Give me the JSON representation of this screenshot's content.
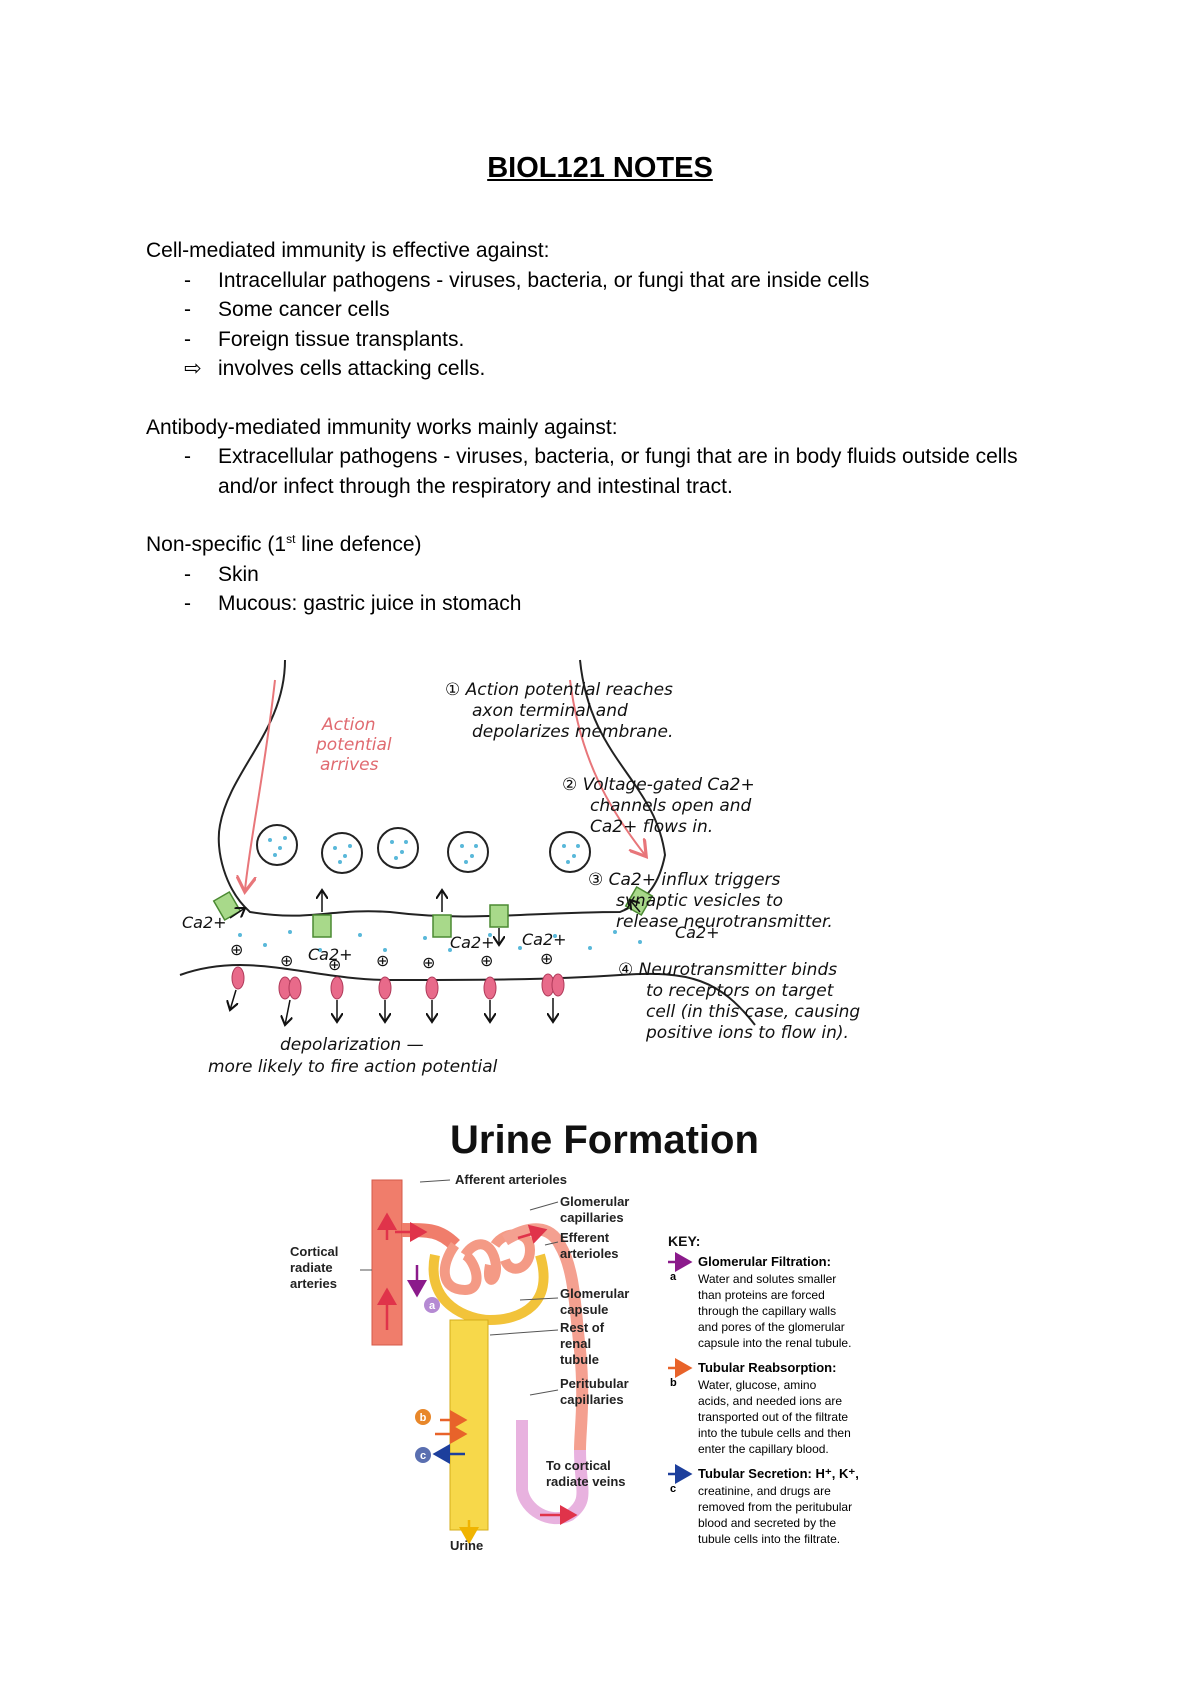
{
  "title": "BIOL121 NOTES",
  "cell_mediated": {
    "heading": "Cell-mediated immunity is effective against:",
    "items": [
      {
        "mark": "-",
        "text": "Intracellular pathogens - viruses, bacteria, or fungi that are inside cells"
      },
      {
        "mark": "-",
        "text": "Some cancer cells"
      },
      {
        "mark": "-",
        "text": "Foreign tissue transplants."
      },
      {
        "mark": "⇨",
        "text": "involves cells attacking cells."
      }
    ]
  },
  "antibody_mediated": {
    "heading": "Antibody-mediated immunity works mainly against:",
    "items": [
      {
        "mark": "-",
        "text": "Extracellular pathogens - viruses, bacteria, or fungi that are in body fluids outside cells and/or infect through the respiratory and intestinal tract."
      }
    ]
  },
  "nonspecific": {
    "heading_pre": "Non-specific (1",
    "heading_sup": "st",
    "heading_post": " line defence)",
    "items": [
      {
        "mark": "-",
        "text": "Skin"
      },
      {
        "mark": "-",
        "text": "Mucous: gastric juice in stomach"
      }
    ]
  },
  "synapse_figure": {
    "arrives": [
      "Action",
      "potential",
      "arrives"
    ],
    "steps": [
      [
        "① Action potential reaches",
        "axon terminal and",
        "depolarizes membrane."
      ],
      [
        "② Voltage-gated Ca2+",
        "channels open and",
        "Ca2+ flows in."
      ],
      [
        "③ Ca2+ influx triggers",
        "synaptic vesicles to",
        "release neurotransmitter."
      ],
      [
        "④ Neurotransmitter binds",
        "to receptors on target",
        "cell (in this case, causing",
        "positive ions to flow in)."
      ]
    ],
    "ca_label": "Ca2+",
    "plus_label": "⊕",
    "bottom": [
      "depolarization —",
      "more likely to fire action potential"
    ]
  },
  "urine_figure": {
    "title": "Urine Formation",
    "labels": {
      "afferent": "Afferent arterioles",
      "glom_cap": [
        "Glomerular",
        "capillaries"
      ],
      "efferent": [
        "Efferent",
        "arterioles"
      ],
      "glom_capsule": [
        "Glomerular",
        "capsule"
      ],
      "rest": [
        "Rest of",
        "renal",
        "tubule"
      ],
      "peritubular": [
        "Peritubular",
        "capillaries"
      ],
      "to_cortical": [
        "To cortical",
        "radiate veins"
      ],
      "cortical_art": [
        "Cortical",
        "radiate",
        "arteries"
      ],
      "urine": "Urine",
      "a": "a",
      "b": "b",
      "c": "c"
    },
    "key": {
      "title": "KEY:",
      "entries": [
        {
          "letter": "a",
          "color": "#8b1a8b",
          "heading": "Glomerular Filtration:",
          "lines": [
            "Water and solutes smaller",
            "than proteins are forced",
            "through the capillary walls",
            "and pores of the glomerular",
            "capsule into the renal tubule."
          ]
        },
        {
          "letter": "b",
          "color": "#e8632a",
          "heading": "Tubular Reabsorption:",
          "lines": [
            "Water, glucose, amino",
            "acids, and needed ions are",
            "transported out of the filtrate",
            "into the tubule cells and then",
            "enter the capillary blood."
          ]
        },
        {
          "letter": "c",
          "color": "#1d3f9c",
          "heading": "Tubular Secretion: H⁺, K⁺,",
          "lines": [
            "creatinine, and drugs are",
            "removed from  the peritubular",
            "blood and secreted by the",
            "tubule cells into the filtrate."
          ]
        }
      ]
    }
  }
}
